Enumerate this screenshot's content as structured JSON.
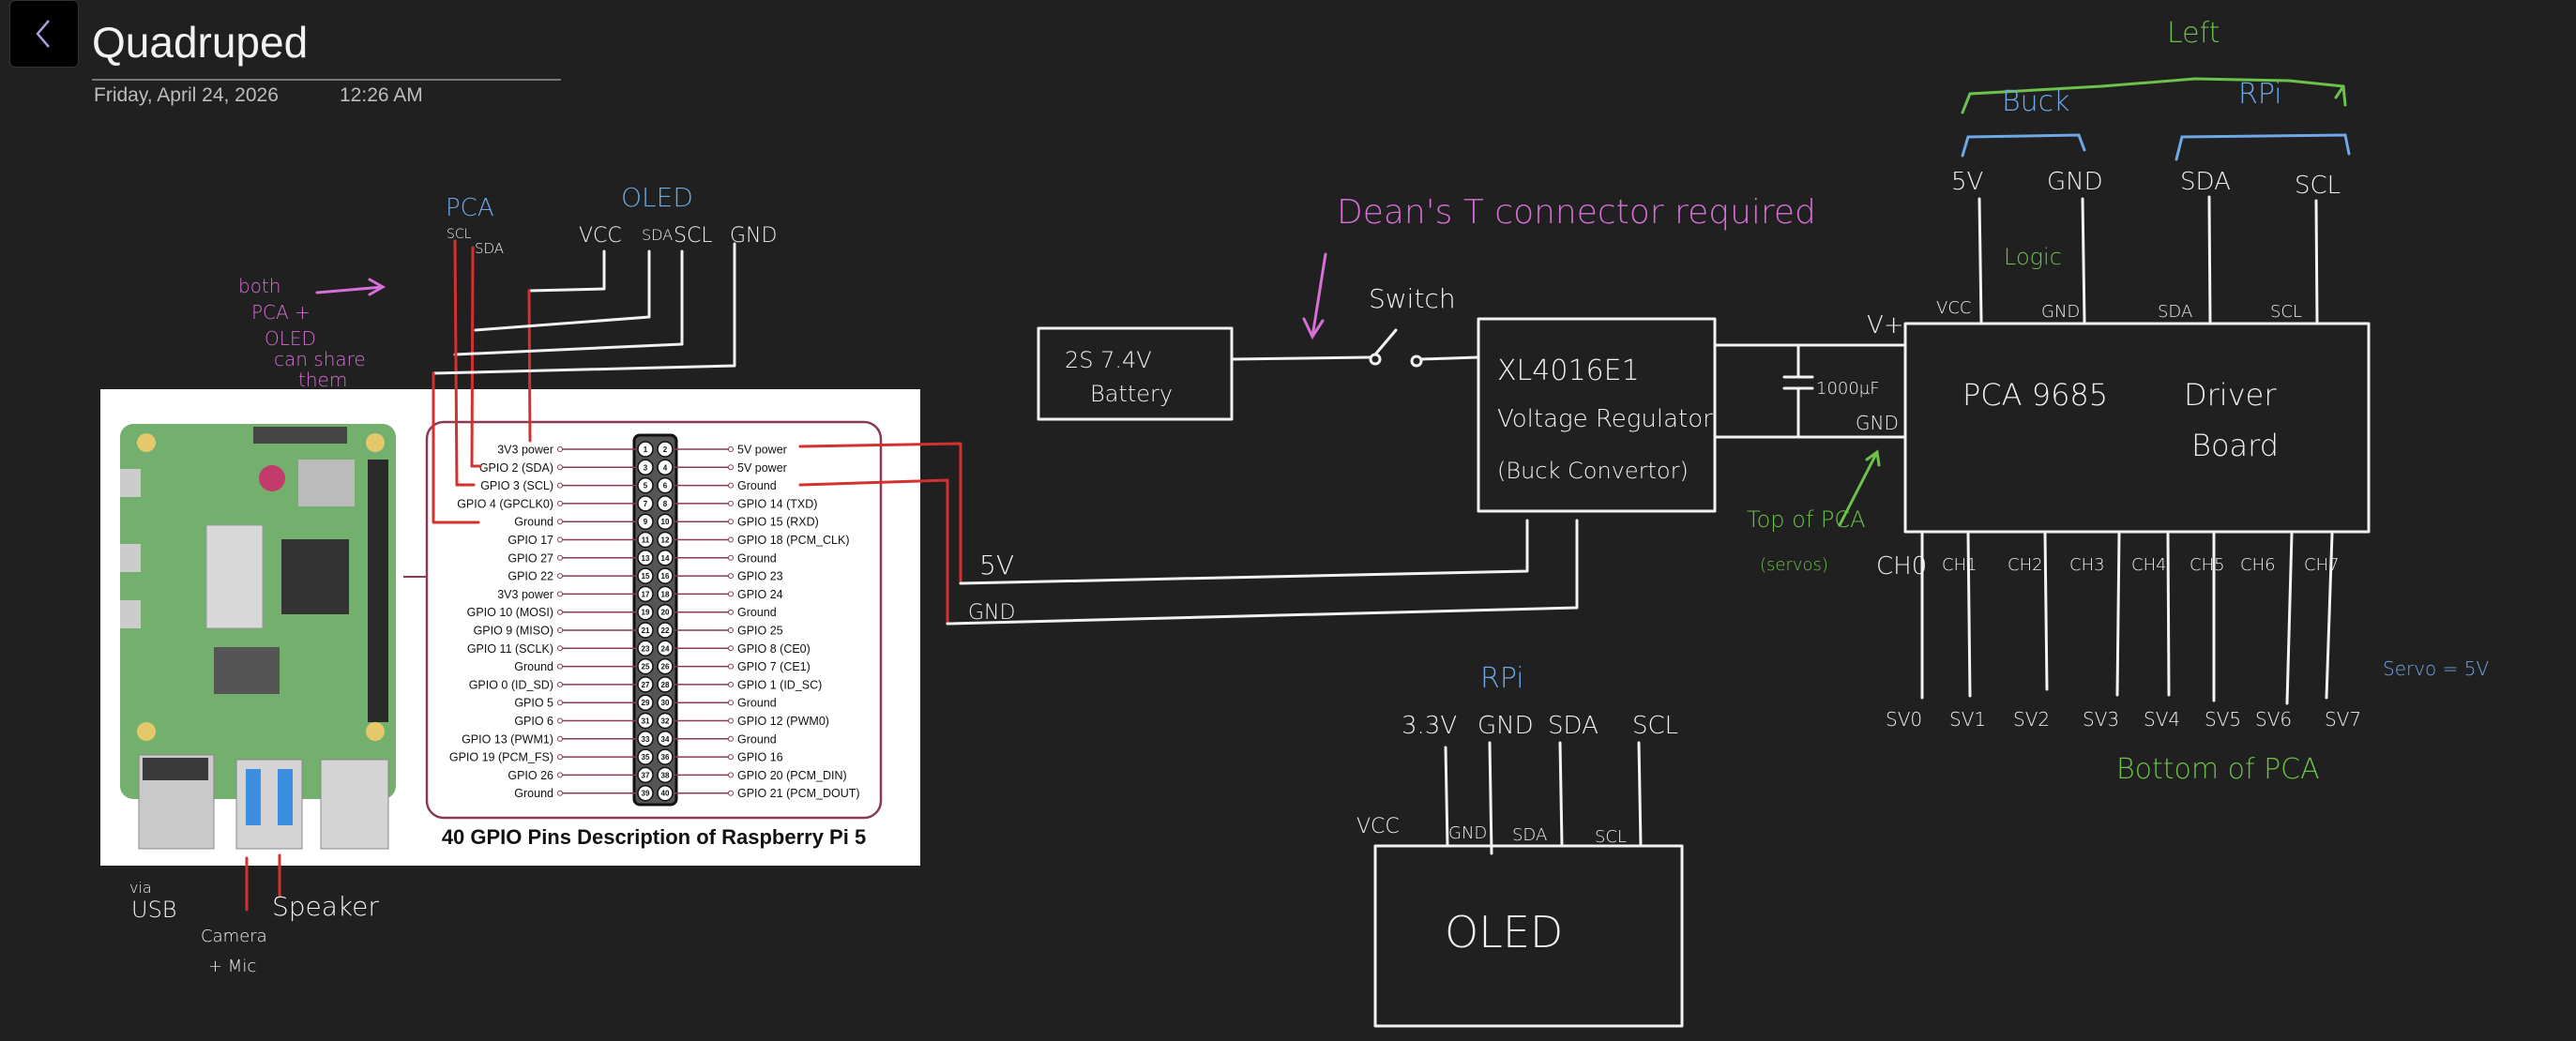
{
  "header": {
    "back_icon": "chevron-left-icon",
    "title": "Quadruped",
    "date": "Friday, April 24, 2026",
    "time": "12:26 AM"
  },
  "colors": {
    "background": "#202020",
    "ink": "#f2f2f2",
    "wire_red": "#d33030",
    "note_pink": "#d66fd6",
    "note_blue": "#6ea8e6",
    "note_green": "#6cc24a",
    "gpio_frame": "#8a3a55"
  },
  "pinout": {
    "caption": "40 GPIO Pins Description of Raspberry Pi 5",
    "rows": [
      {
        "left": "3V3 power",
        "l": "1",
        "r": "2",
        "right": "5V power"
      },
      {
        "left": "GPIO 2 (SDA)",
        "l": "3",
        "r": "4",
        "right": "5V power"
      },
      {
        "left": "GPIO 3 (SCL)",
        "l": "5",
        "r": "6",
        "right": "Ground"
      },
      {
        "left": "GPIO 4 (GPCLK0)",
        "l": "7",
        "r": "8",
        "right": "GPIO 14 (TXD)"
      },
      {
        "left": "Ground",
        "l": "9",
        "r": "10",
        "right": "GPIO 15 (RXD)"
      },
      {
        "left": "GPIO 17",
        "l": "11",
        "r": "12",
        "right": "GPIO 18 (PCM_CLK)"
      },
      {
        "left": "GPIO 27",
        "l": "13",
        "r": "14",
        "right": "Ground"
      },
      {
        "left": "GPIO 22",
        "l": "15",
        "r": "16",
        "right": "GPIO 23"
      },
      {
        "left": "3V3 power",
        "l": "17",
        "r": "18",
        "right": "GPIO 24"
      },
      {
        "left": "GPIO 10 (MOSI)",
        "l": "19",
        "r": "20",
        "right": "Ground"
      },
      {
        "left": "GPIO 9 (MISO)",
        "l": "21",
        "r": "22",
        "right": "GPIO 25"
      },
      {
        "left": "GPIO 11 (SCLK)",
        "l": "23",
        "r": "24",
        "right": "GPIO 8 (CE0)"
      },
      {
        "left": "Ground",
        "l": "25",
        "r": "26",
        "right": "GPIO 7 (CE1)"
      },
      {
        "left": "GPIO 0 (ID_SD)",
        "l": "27",
        "r": "28",
        "right": "GPIO 1 (ID_SC)"
      },
      {
        "left": "GPIO 5",
        "l": "29",
        "r": "30",
        "right": "Ground"
      },
      {
        "left": "GPIO 6",
        "l": "31",
        "r": "32",
        "right": "GPIO 12 (PWM0)"
      },
      {
        "left": "GPIO 13 (PWM1)",
        "l": "33",
        "r": "34",
        "right": "Ground"
      },
      {
        "left": "GPIO 19 (PCM_FS)",
        "l": "35",
        "r": "36",
        "right": "GPIO 16"
      },
      {
        "left": "GPIO 26",
        "l": "37",
        "r": "38",
        "right": "GPIO 20 (PCM_DIN)"
      },
      {
        "left": "Ground",
        "l": "39",
        "r": "40",
        "right": "GPIO 21 (PCM_DOUT)"
      }
    ]
  },
  "notes": {
    "pca": "PCA",
    "pca_scl": "SCL",
    "pca_sda": "SDA",
    "oled": "OLED",
    "oled_vcc": "VCC",
    "oled_sda": "SDA",
    "oled_scl": "SCL",
    "oled_gnd": "GND",
    "share_note": [
      "both",
      "PCA +",
      "OLED",
      "can share",
      "them"
    ],
    "via_usb": [
      "via",
      "USB"
    ],
    "camera_mic": [
      "Camera",
      "+ Mic"
    ],
    "speaker": "Speaker",
    "deans": "Dean's T connector required",
    "switch": "Switch",
    "battery": [
      "2S 7.4V",
      "Battery"
    ],
    "regulator": [
      "XL4016E1",
      "Voltage Regulator",
      "(Buck Convertor)"
    ],
    "five_v": "5V",
    "gnd": "GND",
    "capacitor": "1000µF",
    "vplus": "V+",
    "pca_gnd": "GND",
    "top_of_pca": [
      "Top of PCA",
      "(servos)"
    ],
    "pca_board": [
      "PCA 9685",
      "Driver",
      "Board"
    ],
    "left": "Left",
    "buck": "Buck",
    "rpi": "RPi",
    "logic": "Logic",
    "pca_top_pins": [
      "VCC",
      "GND",
      "SDA",
      "SCL"
    ],
    "pca_top_targets": [
      "5V",
      "GND",
      "SDA",
      "SCL"
    ],
    "channels": [
      "CH0",
      "CH1",
      "CH2",
      "CH3",
      "CH4",
      "CH5",
      "CH6",
      "CH7"
    ],
    "servos": [
      "SV0",
      "SV1",
      "SV2",
      "SV3",
      "SV4",
      "SV5",
      "SV6",
      "SV7"
    ],
    "bottom_of_pca": "Bottom of PCA",
    "servo_voltage": "Servo = 5V",
    "oled_rpi": "RPi",
    "oled_rpi_pins": [
      "3.3V",
      "GND",
      "SDA",
      "SCL"
    ],
    "oled_pins": [
      "VCC",
      "GND",
      "SDA",
      "SCL"
    ],
    "oled_box": "OLED"
  }
}
